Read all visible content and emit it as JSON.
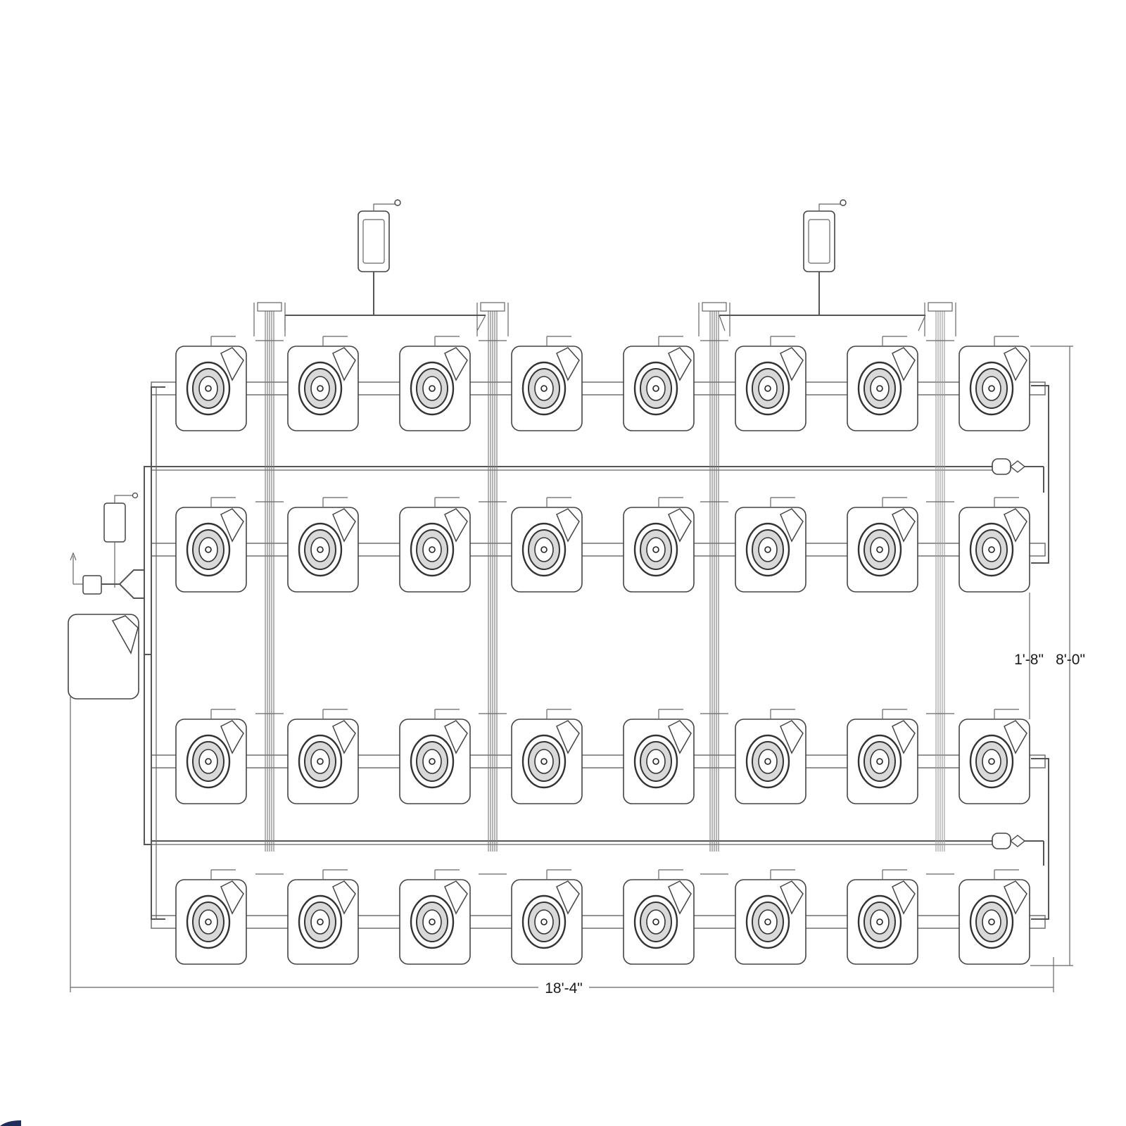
{
  "dimensions": {
    "overall_width": "18'-4\"",
    "overall_height": "8'-0\"",
    "row_spacing": "1'-8\""
  },
  "layout": {
    "rows": 4,
    "columns": 8,
    "controllers": 2
  },
  "colors": {
    "line": "#555555",
    "pot_ring": "#444444",
    "background": "#ffffff",
    "corner_accent": "#1f2d5a"
  }
}
